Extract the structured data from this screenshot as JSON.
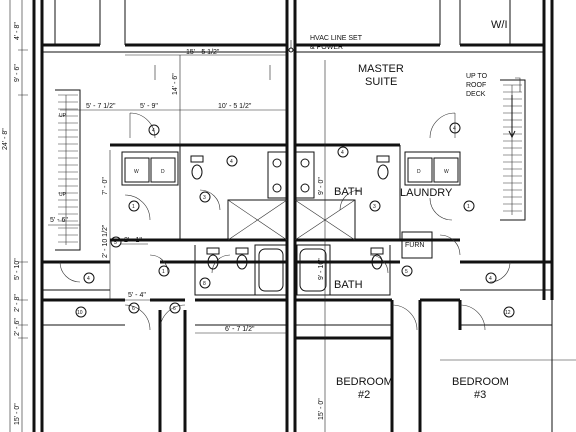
{
  "rooms": {
    "wi": "W/I",
    "master_line1": "MASTER",
    "master_line2": "SUITE",
    "bath_upper": "BATH",
    "laundry": "LAUNDRY",
    "bath_lower": "BATH",
    "furn": "FURN",
    "bedroom2_line1": "BEDROOM",
    "bedroom2_line2": "#2",
    "bedroom3_line1": "BEDROOM",
    "bedroom3_line2": "#3"
  },
  "notes": {
    "hvac_line1": "HVAC LINE SET",
    "hvac_line2": "& POWER",
    "roof_line1": "UP TO",
    "roof_line2": "ROOF",
    "roof_line3": "DECK",
    "stair_up_upper": "UP",
    "stair_up_lower": "UP",
    "washer_left": "W",
    "dryer_left": "D",
    "washer_right": "W",
    "dryer_right": "D"
  },
  "dimensions": {
    "top_left": "4' - 8\"",
    "width_15": "15' - 5 1/2\"",
    "depth_14": "14' - 6\"",
    "side_9_6": "9' - 6\"",
    "side_24_8": "24' - 8\"",
    "d_5_7": "5' - 7 1/2\"",
    "d_5_9": "5' - 9\"",
    "d_10_5": "10' - 5 1/2\"",
    "d_7_0": "7' - 0\"",
    "d_5_6": "5' - 6\"",
    "d_2_10": "2' - 10 1/2\"",
    "d_2_1": "2' - 1\"",
    "d_5_10": "5' - 10\"",
    "d_5_4": "5' - 4\"",
    "d_2_8": "2' - 8\"",
    "d_2_6": "2' - 6\"",
    "d_6_7": "6' - 7 1/2\"",
    "d_15_0_left": "15' - 0\"",
    "d_9_0": "9' - 0\"",
    "d_9_10": "9' - 10\"",
    "d_15_0_mid": "15' - 0\""
  },
  "tags": {
    "t1": "4",
    "t2": "4",
    "t3": "4",
    "t4": "4",
    "t5": "4",
    "t6": "4",
    "t7": "3",
    "t8": "3",
    "t9": "1",
    "t10": "1",
    "t11": "1",
    "t12": "8",
    "t13": "5",
    "t14": "5",
    "t15": "6",
    "t16": "6",
    "t17": "10",
    "t18": "12"
  }
}
